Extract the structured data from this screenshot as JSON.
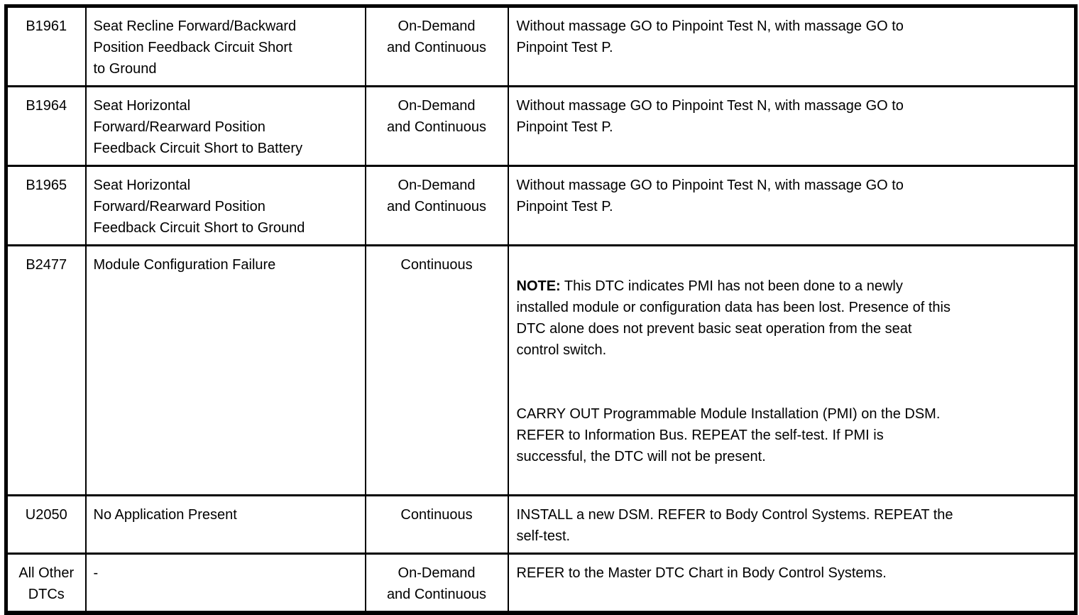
{
  "document": {
    "type": "dtc-chart-table",
    "colors": {
      "border": "#000000",
      "text": "#000000",
      "background": "#ffffff"
    },
    "rows": [
      {
        "code": "B1961",
        "description": "Seat Recline Forward/Backward\nPosition Feedback Circuit Short\nto Ground",
        "self_test": "On-Demand\nand Continuous",
        "action": "Without massage GO to Pinpoint Test N, with massage GO to\nPinpoint Test P."
      },
      {
        "code": "B1964",
        "description": "Seat Horizontal\nForward/Rearward Position\nFeedback Circuit Short to Battery",
        "self_test": "On-Demand\nand Continuous",
        "action": "Without massage GO to Pinpoint Test N, with massage GO to\nPinpoint Test P."
      },
      {
        "code": "B1965",
        "description": "Seat Horizontal\nForward/Rearward Position\nFeedback Circuit Short to Ground",
        "self_test": "On-Demand\nand Continuous",
        "action": "Without massage GO to Pinpoint Test N, with massage GO to\nPinpoint Test P."
      },
      {
        "code": "B2477",
        "description": "Module Configuration Failure",
        "self_test": "Continuous",
        "action_note_label": "NOTE:",
        "action_note_body": " This DTC indicates PMI has not been done to a newly\ninstalled module or configuration data has been lost. Presence of this\nDTC alone does not prevent basic seat operation from the seat\ncontrol switch.",
        "action_para2": "CARRY OUT Programmable Module Installation (PMI) on the DSM.\nREFER to Information Bus. REPEAT the self-test. If PMI is\nsuccessful, the DTC will not be present."
      },
      {
        "code": "U2050",
        "description": "No Application Present",
        "self_test": "Continuous",
        "action": "INSTALL a new DSM. REFER to Body Control Systems. REPEAT the\nself-test."
      },
      {
        "code": "All Other\nDTCs",
        "description": "-",
        "self_test": "On-Demand\nand Continuous",
        "action": "REFER to the Master DTC Chart in Body Control Systems."
      }
    ]
  }
}
